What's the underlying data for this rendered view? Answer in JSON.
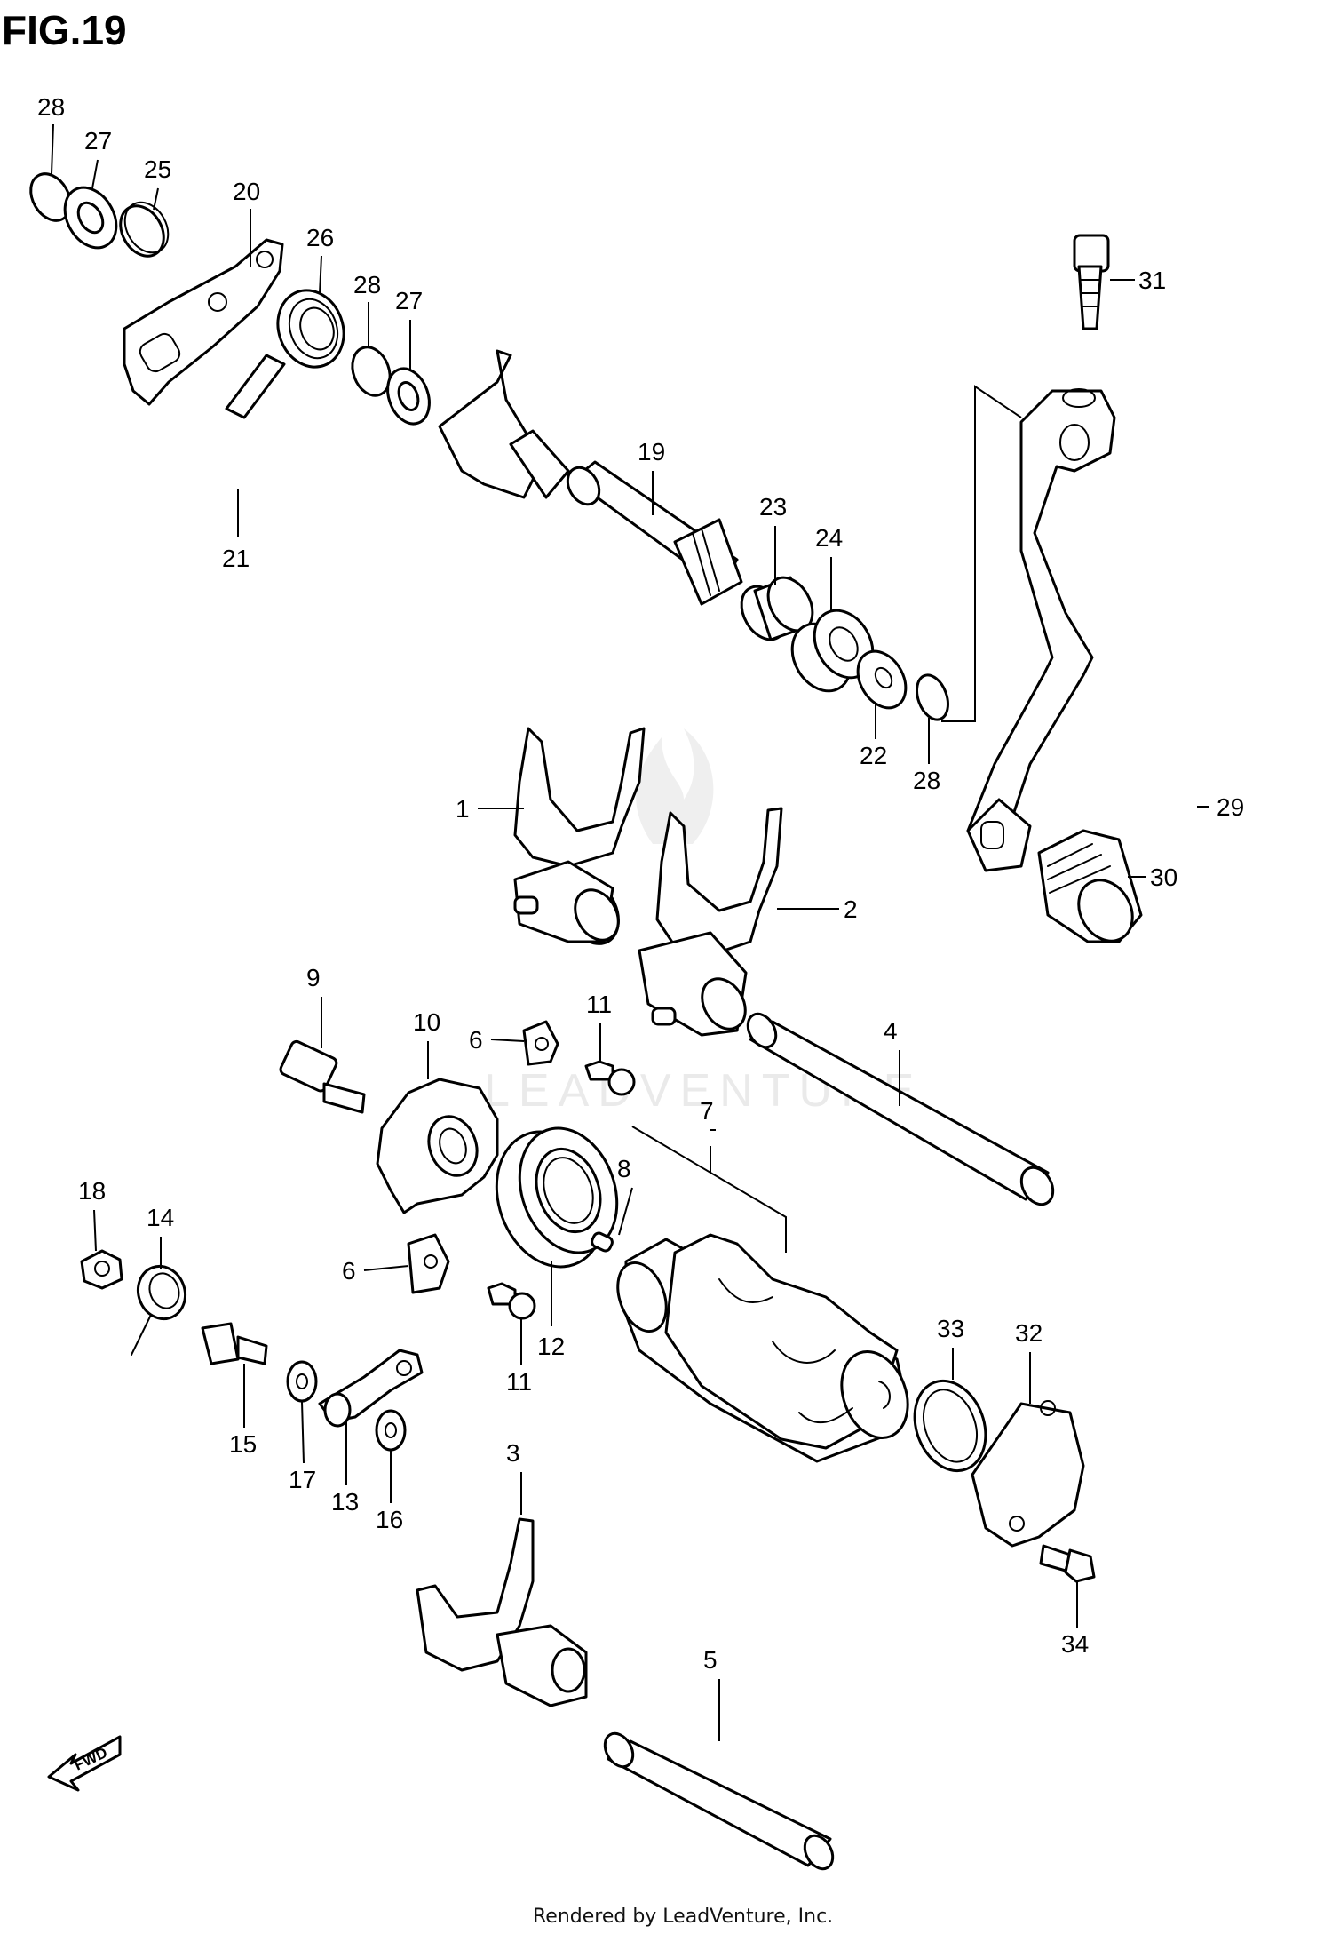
{
  "figure": {
    "title": "FIG.19",
    "footer": "Rendered by LeadVenture, Inc.",
    "watermark": "LEADVENTURE",
    "fwd_label": "FWD"
  },
  "callouts": [
    "28",
    "27",
    "25",
    "20",
    "26",
    "28",
    "27",
    "21",
    "19",
    "31",
    "23",
    "24",
    "22",
    "28",
    "29",
    "30",
    "1",
    "2",
    "4",
    "9",
    "10",
    "6",
    "11",
    "7",
    "8",
    "18",
    "14",
    "6",
    "12",
    "11",
    "15",
    "17",
    "13",
    "16",
    "33",
    "32",
    "34",
    "3",
    "5"
  ]
}
